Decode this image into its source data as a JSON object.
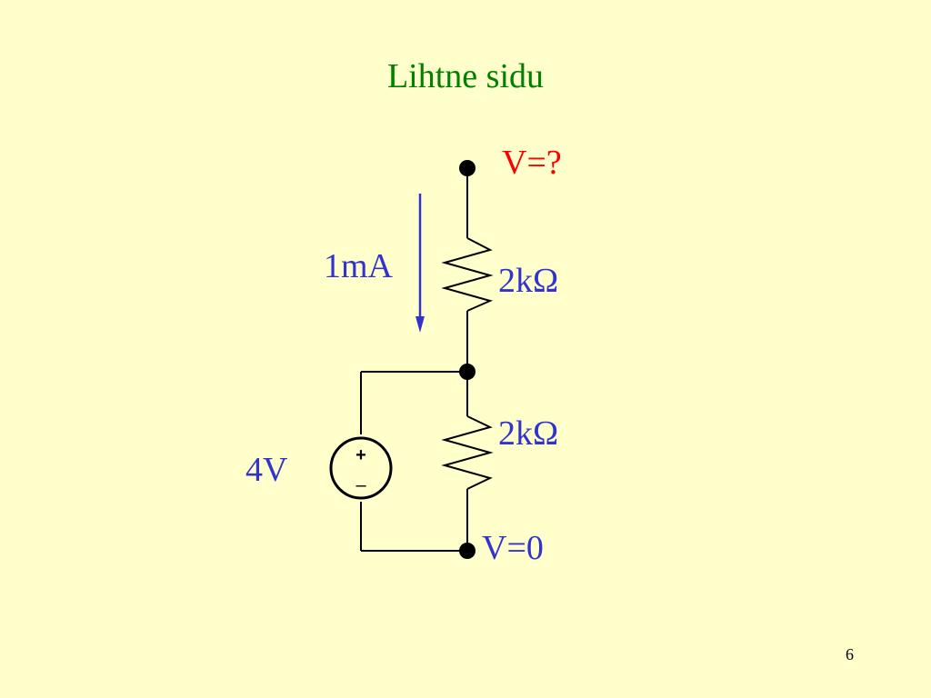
{
  "slide": {
    "title": "Lihtne sidu",
    "page_number": "6"
  },
  "circuit": {
    "top_node_label": "V=?",
    "current_label": "1mA",
    "resistor_top_label": "2kΩ",
    "resistor_bottom_label": "2kΩ",
    "source_label": "4V",
    "source_plus": "+",
    "source_minus": "–",
    "ground_node_label": "V=0"
  },
  "colors": {
    "background": "#ffffcc",
    "title": "#008000",
    "labels": "#3333cc",
    "unknown_voltage": "#ff0000",
    "arrow": "#3333cc",
    "wire": "#000000"
  }
}
